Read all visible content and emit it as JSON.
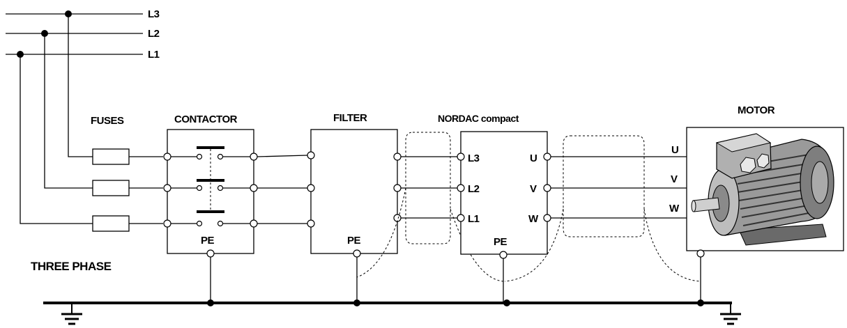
{
  "lines": {
    "l3": "L3",
    "l2": "L2",
    "l1": "L1"
  },
  "labels": {
    "fuses": "FUSES",
    "contactor": "CONTACTOR",
    "filter": "FILTER",
    "nordac": "NORDAC compact",
    "motor": "MOTOR",
    "three_phase": "THREE PHASE",
    "pe": "PE"
  },
  "nordac_terminals": {
    "in_l3": "L3",
    "in_l2": "L2",
    "in_l1": "L1",
    "out_u": "U",
    "out_v": "V",
    "out_w": "W"
  },
  "motor_terminals": {
    "u": "U",
    "v": "V",
    "w": "W"
  }
}
